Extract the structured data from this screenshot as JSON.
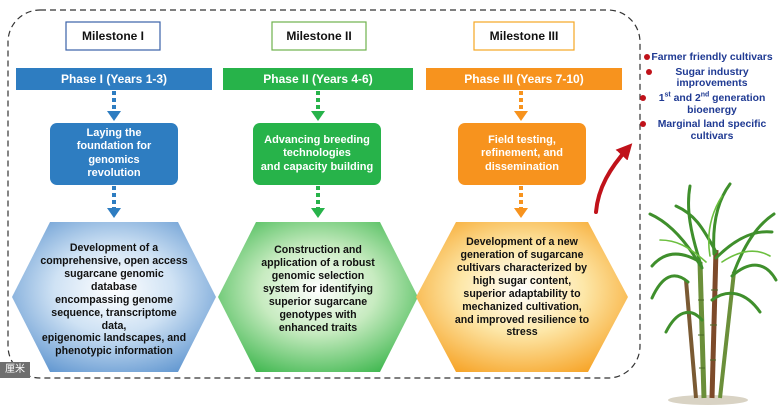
{
  "columns": [
    {
      "milestone": "Milestone I",
      "phase": "Phase I (Years 1-3)",
      "step": [
        "Laying the",
        "foundation for",
        "genomics",
        "revolution"
      ],
      "hexagon": [
        "Development of a",
        "comprehensive, open access",
        "sugarcane genomic database",
        "encompassing genome",
        "sequence, transcriptome data,",
        "epigenomic landscapes, and",
        "phenotypic information"
      ],
      "colors": {
        "milestone_border": "#3a62a8",
        "phase": "#2e7dc1",
        "step": "#2e7dc1",
        "arrow": "#2e7dc1",
        "hex_light": "#cfe2f4",
        "hex_dark": "#5d94cf"
      }
    },
    {
      "milestone": "Milestone II",
      "phase": "Phase II (Years 4-6)",
      "step": [
        "Advancing breeding",
        "technologies",
        "and capacity building"
      ],
      "hexagon": [
        "Construction and",
        "application of a robust",
        "genomic selection",
        "system for identifying",
        "superior sugarcane",
        "genotypes with",
        "enhanced traits"
      ],
      "colors": {
        "milestone_border": "#6fb24d",
        "phase": "#27b34a",
        "step": "#27b34a",
        "arrow": "#27b34a",
        "hex_light": "#c7ebc0",
        "hex_dark": "#39b54a"
      }
    },
    {
      "milestone": "Milestone III",
      "phase": "Phase III (Years 7-10)",
      "step": [
        "Field testing,",
        "refinement, and",
        "dissemination"
      ],
      "hexagon": [
        "Development of a new",
        "generation of sugarcane",
        "cultivars characterized by",
        "high sugar content,",
        "superior adaptability to",
        "mechanized cultivation,",
        "and improved resilience to",
        "stress"
      ],
      "colors": {
        "milestone_border": "#f5a623",
        "phase": "#f7931e",
        "step": "#f7931e",
        "arrow": "#f7931e",
        "hex_light": "#fde7a8",
        "hex_dark": "#f6a020"
      }
    }
  ],
  "outcomes": {
    "items": [
      {
        "text": "Farmer friendly cultivars"
      },
      {
        "text": "Sugar industry improvements"
      },
      {
        "pre": "1",
        "sup1": "st",
        "mid": " and 2",
        "sup2": "nd",
        "post": " generation bioenergy"
      },
      {
        "text": "Marginal land specific cultivars"
      }
    ],
    "colors": {
      "text": "#1f3a93",
      "bullet": "#c0121a",
      "arrow": "#c0121a"
    }
  },
  "illustrations": {
    "plant": "sugarcane-plant-icon"
  },
  "corner_label": "厘米"
}
